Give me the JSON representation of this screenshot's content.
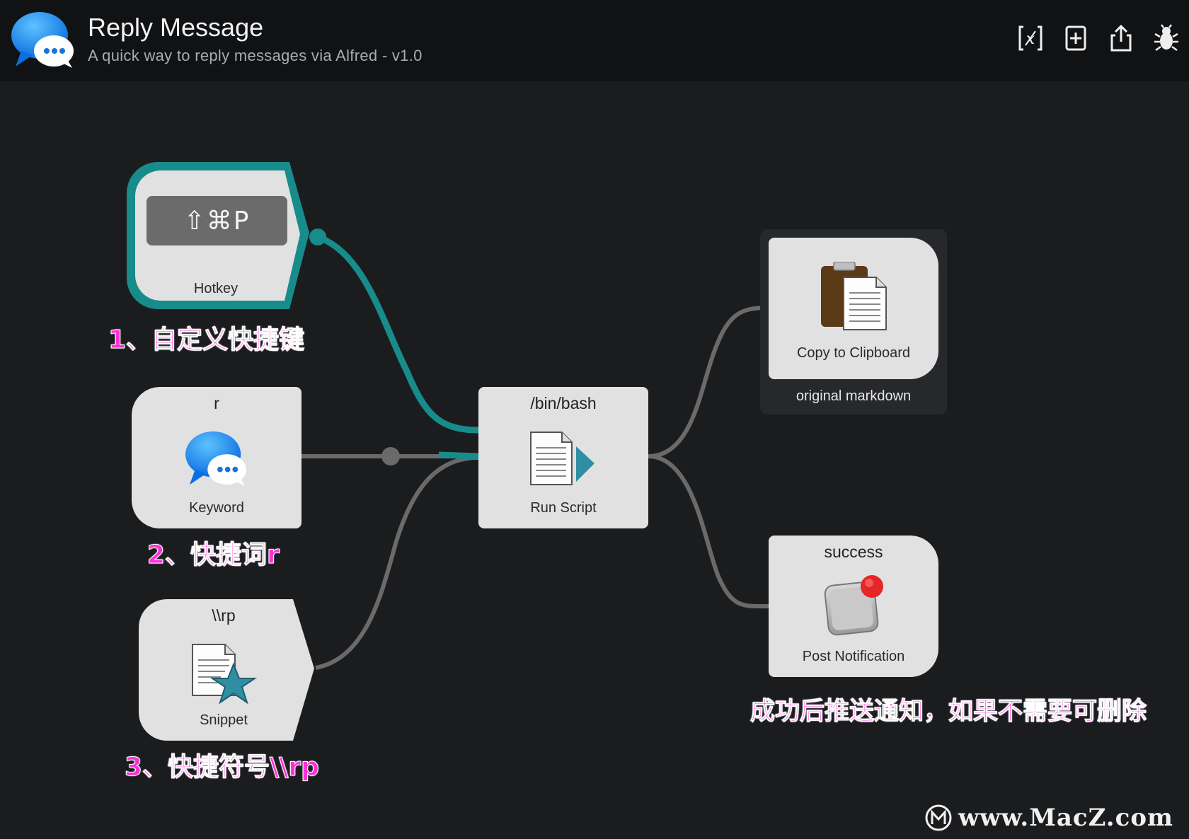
{
  "workflow": {
    "title": "Reply Message",
    "subtitle": "A quick way to reply messages via Alfred - v1.0"
  },
  "toolbar": {
    "buttons": [
      {
        "name": "variables-icon"
      },
      {
        "name": "add-object-icon"
      },
      {
        "name": "export-icon"
      },
      {
        "name": "debug-bug-icon"
      }
    ]
  },
  "nodes": {
    "hotkey": {
      "key": "⇧⌘P",
      "label": "Hotkey"
    },
    "keyword": {
      "top": "r",
      "label": "Keyword"
    },
    "snippet": {
      "top": "\\\\rp",
      "label": "Snippet"
    },
    "script": {
      "top": "/bin/bash",
      "label": "Run Script"
    },
    "clipboard": {
      "label": "Copy to Clipboard",
      "note": "original markdown"
    },
    "notification": {
      "top": "success",
      "label": "Post Notification"
    }
  },
  "annotations": {
    "hotkey_note": "1、自定义快捷键",
    "keyword_note": "2、快捷词r",
    "snippet_note": "3、快捷符号\\\\rp",
    "notification_note": "成功后推送通知，如果不需要可删除"
  },
  "watermark": "www.MacZ.com",
  "colors": {
    "accent": "#188b8b",
    "wire": "#6a6a6a",
    "note": "#ff2fd8"
  }
}
